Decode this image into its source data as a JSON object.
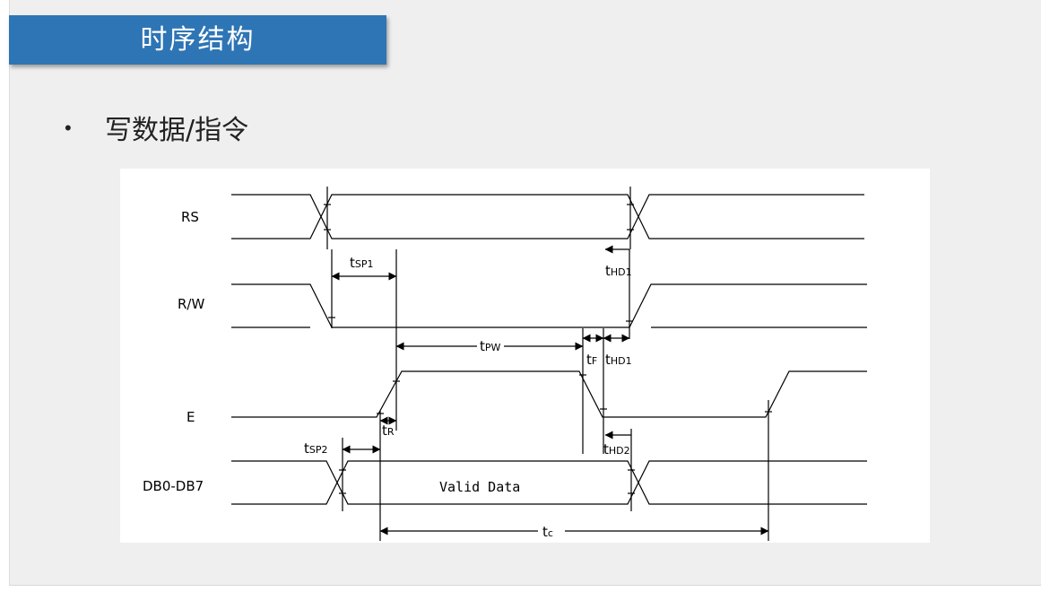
{
  "slide": {
    "title": "时序结构",
    "bullet_marker": "•",
    "bullet_text": "写数据/指令"
  },
  "colors": {
    "title_bar": "#2e75b6",
    "panel_background": "#efefef",
    "line_color": "#000000"
  },
  "timing": {
    "signals": {
      "rs": "RS",
      "rw": "R/W",
      "e": "E",
      "db": "DB0-DB7"
    },
    "valid_data": "Valid Data",
    "params": {
      "tsp1": {
        "main": "t",
        "sub": "SP1"
      },
      "thd1_a": {
        "main": "t",
        "sub": "HD1"
      },
      "tpw": {
        "main": "t",
        "sub": "PW"
      },
      "tf": {
        "main": "t",
        "sub": "F"
      },
      "thd1_b": {
        "main": "t",
        "sub": "HD1"
      },
      "tr": {
        "main": "t",
        "sub": "R"
      },
      "tsp2": {
        "main": "t",
        "sub": "SP2"
      },
      "thd2": {
        "main": "t",
        "sub": "HD2"
      },
      "tc": {
        "main": "t",
        "sub": "c"
      }
    }
  }
}
